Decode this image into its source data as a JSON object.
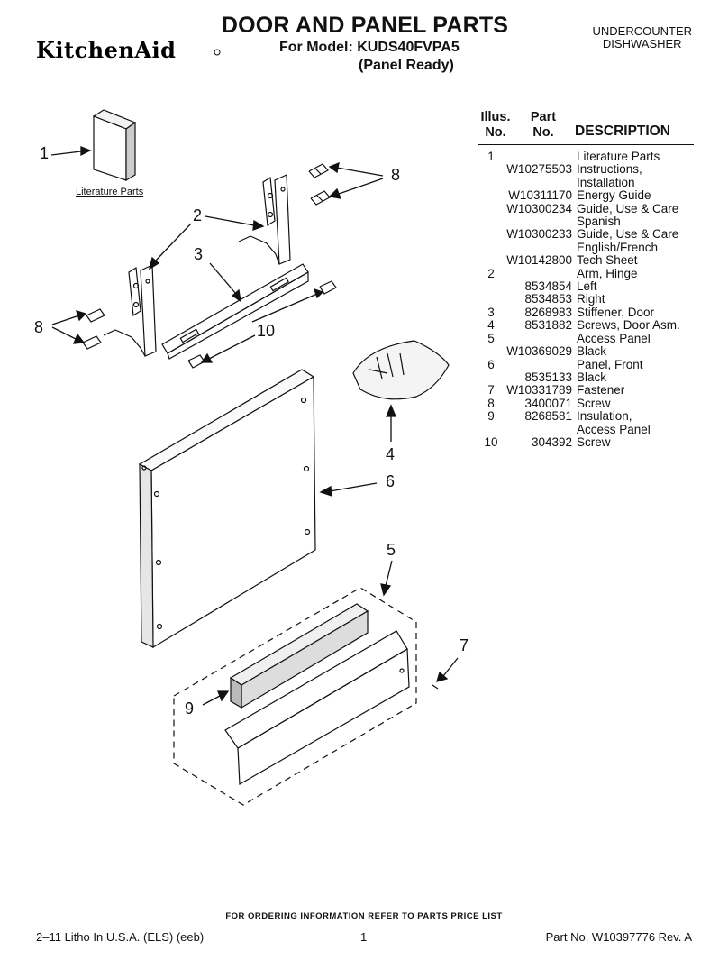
{
  "header": {
    "brand": "KitchenAid",
    "title": "DOOR AND PANEL PARTS",
    "model_line": "For Model: KUDS40FVPA5",
    "variant": "(Panel Ready)",
    "product_line1": "UNDERCOUNTER",
    "product_line2": "DISHWASHER"
  },
  "parts_table": {
    "col_illus": [
      "Illus.",
      "No."
    ],
    "col_part": [
      "Part",
      "No."
    ],
    "col_desc": "DESCRIPTION",
    "rows": [
      {
        "illus": "1",
        "part": "",
        "desc": "Literature Parts"
      },
      {
        "illus": "",
        "part": "W10275503",
        "desc": "Instructions,"
      },
      {
        "illus": "",
        "part": "",
        "desc": "Installation"
      },
      {
        "illus": "",
        "part": "W10311170",
        "desc": "Energy Guide"
      },
      {
        "illus": "",
        "part": "W10300234",
        "desc": "Guide, Use & Care"
      },
      {
        "illus": "",
        "part": "",
        "desc": "Spanish"
      },
      {
        "illus": "",
        "part": "W10300233",
        "desc": "Guide, Use & Care"
      },
      {
        "illus": "",
        "part": "",
        "desc": "English/French"
      },
      {
        "illus": "",
        "part": "W10142800",
        "desc": "Tech Sheet"
      },
      {
        "illus": "2",
        "part": "",
        "desc": "Arm, Hinge"
      },
      {
        "illus": "",
        "part": "8534854",
        "desc": "Left"
      },
      {
        "illus": "",
        "part": "8534853",
        "desc": "Right"
      },
      {
        "illus": "3",
        "part": "8268983",
        "desc": "Stiffener, Door"
      },
      {
        "illus": "4",
        "part": "8531882",
        "desc": "Screws, Door Asm."
      },
      {
        "illus": "5",
        "part": "",
        "desc": "Access Panel"
      },
      {
        "illus": "",
        "part": "W10369029",
        "desc": "Black"
      },
      {
        "illus": "6",
        "part": "",
        "desc": "Panel, Front"
      },
      {
        "illus": "",
        "part": "8535133",
        "desc": "Black"
      },
      {
        "illus": "7",
        "part": "W10331789",
        "desc": "Fastener"
      },
      {
        "illus": "8",
        "part": "3400071",
        "desc": "Screw"
      },
      {
        "illus": "9",
        "part": "8268581",
        "desc": "Insulation,"
      },
      {
        "illus": "",
        "part": "",
        "desc": "Access Panel"
      },
      {
        "illus": "10",
        "part": "304392",
        "desc": "Screw"
      }
    ]
  },
  "diagram": {
    "literature_label": "Literature Parts",
    "callouts": {
      "c1": "1",
      "c2": "2",
      "c3": "3",
      "c4": "4",
      "c5": "5",
      "c6": "6",
      "c7": "7",
      "c8a": "8",
      "c8b": "8",
      "c9": "9",
      "c10": "10"
    }
  },
  "footer": {
    "ordering": "FOR ORDERING INFORMATION REFER TO PARTS PRICE LIST",
    "litho": "2–11 Litho In U.S.A. (ELS) (eeb)",
    "page": "1",
    "part_no": "Part No. W10397776 Rev. A"
  }
}
